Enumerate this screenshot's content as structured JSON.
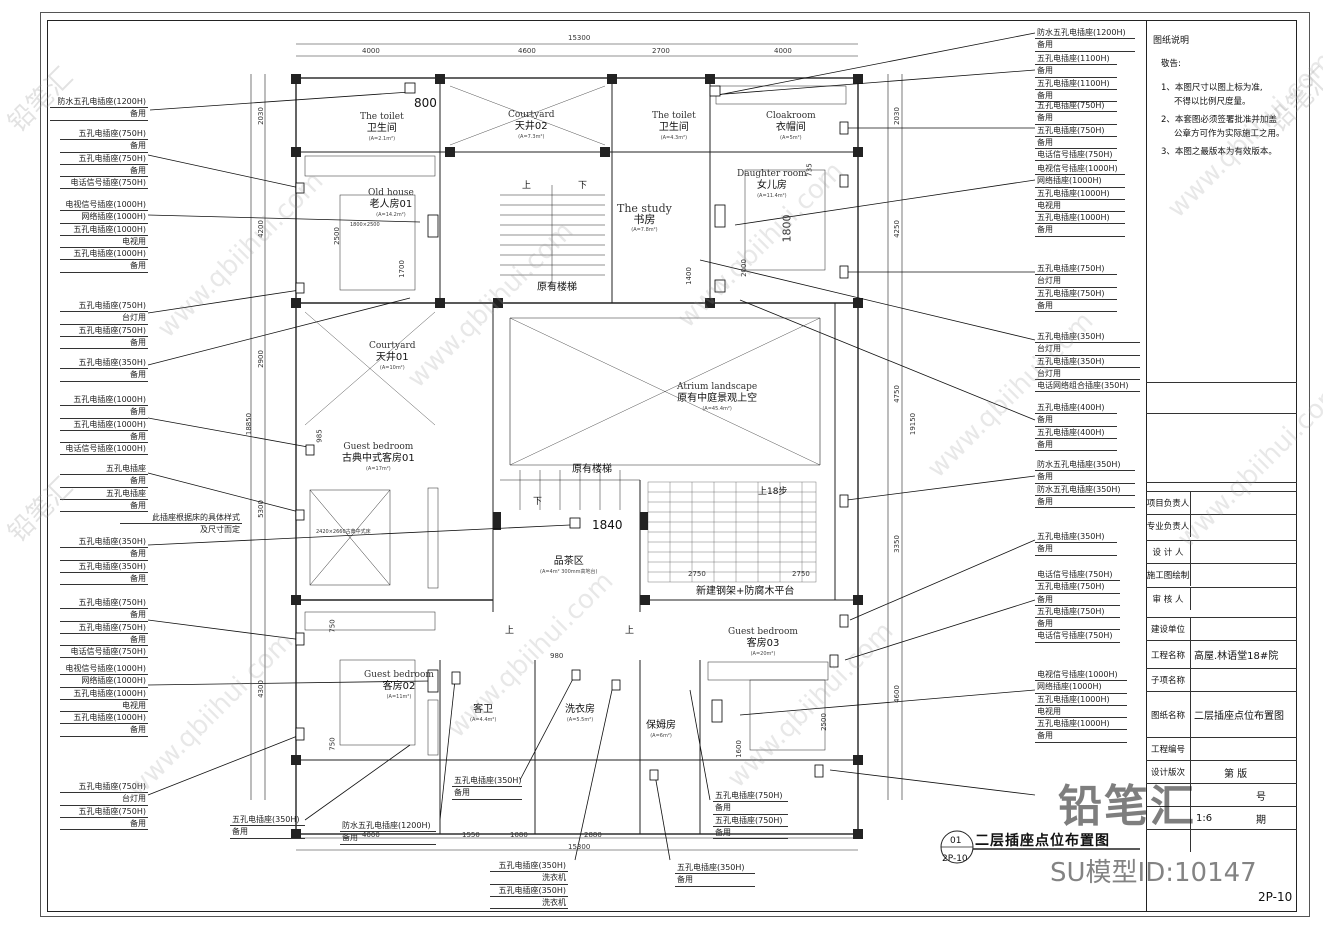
{
  "drawing": {
    "title": "二层插座点位布置图",
    "ref_num": "01",
    "ref_sheet": "2P-10",
    "page_no": "2P-10"
  },
  "title_block": {
    "heading": "图纸说明",
    "warning": "敬告:",
    "notes": [
      "1、本图尺寸以图上标为准,",
      "不得以比例尺度量。",
      "2、本套图必须签署批准并加盖",
      "公章方可作为实际施工之用。",
      "3、本图之最版本为有效版本。"
    ],
    "rows": [
      {
        "label": "项目负责人",
        "value": ""
      },
      {
        "label": "专业负责人",
        "value": ""
      },
      {
        "label": "设 计 人",
        "value": ""
      },
      {
        "label": "施工图绘制",
        "value": ""
      },
      {
        "label": "审 核 人",
        "value": ""
      },
      {
        "label": "建设单位",
        "value": ""
      },
      {
        "label": "工程名称",
        "value": "高屋.林语堂18#院"
      },
      {
        "label": "子项名称",
        "value": ""
      },
      {
        "label": "图纸名称",
        "value": "二层插座点位布置图"
      },
      {
        "label": "工程编号",
        "value": ""
      },
      {
        "label": "设计版次",
        "value": "第   版"
      }
    ],
    "tail": [
      "号",
      "1:6",
      "期"
    ]
  },
  "rooms": [
    {
      "en": "The toilet",
      "cn": "卫生间",
      "area": "(A=2.1m²)"
    },
    {
      "en": "Courtyard",
      "cn": "天井02",
      "area": "(A=7.3m²)"
    },
    {
      "en": "The toilet",
      "cn": "卫生间",
      "area": "(A=4.3m²)"
    },
    {
      "en": "Cloakroom",
      "cn": "衣帽间",
      "area": "(A=5m²)"
    },
    {
      "en": "Old house",
      "cn": "老人房01",
      "area": "(A=14.2m²)"
    },
    {
      "en": "Daughter room",
      "cn": "女儿房",
      "area": "(A=11.4m²)"
    },
    {
      "en": "The study",
      "cn": "书房",
      "area": "(A=7.8m²)"
    },
    {
      "en": "",
      "cn": "原有楼梯",
      "area": ""
    },
    {
      "en": "Courtyard",
      "cn": "天井01",
      "area": "(A=10m²)"
    },
    {
      "en": "Atrium landscape",
      "cn": "原有中庭景观上空",
      "area": "(A=45.4m²)"
    },
    {
      "en": "Guest bedroom",
      "cn": "古典中式客房01",
      "area": "(A=17m²)"
    },
    {
      "en": "",
      "cn": "原有楼梯",
      "area": ""
    },
    {
      "en": "",
      "cn": "品茶区",
      "area": "(A=4m² 300mm高地台)"
    },
    {
      "en": "",
      "cn": "新建钢架+防腐木平台",
      "area": ""
    },
    {
      "en": "Guest bedroom",
      "cn": "客房03",
      "area": "(A=20m²)"
    },
    {
      "en": "Guest bedroom",
      "cn": "客房02",
      "area": "(A=11m²)"
    },
    {
      "en": "",
      "cn": "客卫",
      "area": "(A=4.4m²)"
    },
    {
      "en": "",
      "cn": "洗衣房",
      "area": "(A=5.5m²)"
    },
    {
      "en": "",
      "cn": "保姆房",
      "area": "(A=6m²)"
    }
  ],
  "plan_labels": {
    "up": "上",
    "down": "下",
    "up18": "上18步",
    "bed_note": "2420×2660古典中式床",
    "door": "1800×2500"
  },
  "dimensions": {
    "top_total": "15300",
    "top": [
      "4000",
      "4600",
      "2700",
      "4000"
    ],
    "bottom_total": "15300",
    "bottom": [
      "4000",
      "1550",
      "1080",
      "2880"
    ],
    "left_total": "18850",
    "right_total": "19150",
    "left": [
      "2030",
      "4200",
      "2900",
      "5300",
      "4300"
    ],
    "right": [
      "2030",
      "4250",
      "4750",
      "3350",
      "4600"
    ],
    "inner": [
      "800",
      "1840",
      "2750",
      "2750",
      "980",
      "1800",
      "1700",
      "2000",
      "1600",
      "2500",
      "2500",
      "750",
      "750",
      "1400",
      "735",
      "985"
    ]
  },
  "annotations_left": [
    [
      "防水五孔电插座(1200H)",
      "备用"
    ],
    [
      "五孔电插座(750H)",
      "备用",
      "五孔电插座(750H)",
      "备用",
      "电话信号插座(750H)"
    ],
    [
      "电视信号插座(1000H)",
      "网络插座(1000H)",
      "五孔电插座(1000H)",
      "电视用",
      "五孔电插座(1000H)",
      "备用"
    ],
    [
      "五孔电插座(750H)",
      "台灯用",
      "五孔电插座(750H)",
      "备用"
    ],
    [
      "五孔电插座(350H)",
      "备用"
    ],
    [
      "五孔电插座(1000H)",
      "备用",
      "五孔电插座(1000H)",
      "备用",
      "电话信号插座(1000H)"
    ],
    [
      "五孔电插座",
      "备用",
      "五孔电插座",
      "备用"
    ],
    [
      "此插座根据床的具体样式",
      "及尺寸而定"
    ],
    [
      "五孔电插座(350H)",
      "备用",
      "五孔电插座(350H)",
      "备用"
    ],
    [
      "五孔电插座(750H)",
      "备用",
      "五孔电插座(750H)",
      "备用",
      "电话信号插座(750H)"
    ],
    [
      "电视信号插座(1000H)",
      "网络插座(1000H)",
      "五孔电插座(1000H)",
      "电视用",
      "五孔电插座(1000H)",
      "备用"
    ],
    [
      "五孔电插座(750H)",
      "台灯用",
      "五孔电插座(750H)",
      "备用"
    ]
  ],
  "annotations_right": [
    [
      "防水五孔电插座(1200H)",
      "备用"
    ],
    [
      "五孔电插座(1100H)",
      "备用",
      "五孔电插座(1100H)",
      "备用"
    ],
    [
      "五孔电插座(750H)",
      "备用",
      "五孔电插座(750H)",
      "备用",
      "电话信号插座(750H)"
    ],
    [
      "电视信号插座(1000H)",
      "网络插座(1000H)",
      "五孔电插座(1000H)",
      "电视用",
      "五孔电插座(1000H)",
      "备用"
    ],
    [
      "五孔电插座(750H)",
      "台灯用",
      "五孔电插座(750H)",
      "备用"
    ],
    [
      "五孔电插座(350H)",
      "台灯用",
      "五孔电插座(350H)",
      "台灯用",
      "电话网络组合插座(350H)"
    ],
    [
      "五孔电插座(400H)",
      "备用",
      "五孔电插座(400H)",
      "备用"
    ],
    [
      "防水五孔电插座(350H)",
      "备用",
      "防水五孔电插座(350H)",
      "备用"
    ],
    [
      "五孔电插座(350H)",
      "备用"
    ],
    [
      "电话信号插座(750H)",
      "五孔电插座(750H)",
      "备用",
      "五孔电插座(750H)",
      "备用",
      "电话信号插座(750H)"
    ],
    [
      "电视信号插座(1000H)",
      "网络插座(1000H)",
      "五孔电插座(1000H)",
      "电视用",
      "五孔电插座(1000H)",
      "备用"
    ]
  ],
  "annotations_bottom": [
    [
      "五孔电插座(350H)",
      "备用"
    ],
    [
      "五孔电插座(350H)",
      "备用"
    ],
    [
      "防水五孔电插座(1200H)",
      "备用"
    ],
    [
      "五孔电插座(350H)",
      "洗衣机",
      "五孔电插座(350H)",
      "洗衣机"
    ],
    [
      "五孔电插座(350H)",
      "备用"
    ],
    [
      "五孔电插座(750H)",
      "备用",
      "五孔电插座(750H)",
      "备用"
    ]
  ],
  "watermark": {
    "site": "www.qbiihui.com",
    "brand": "铅笔汇",
    "model_id": "SU模型ID:10147"
  }
}
